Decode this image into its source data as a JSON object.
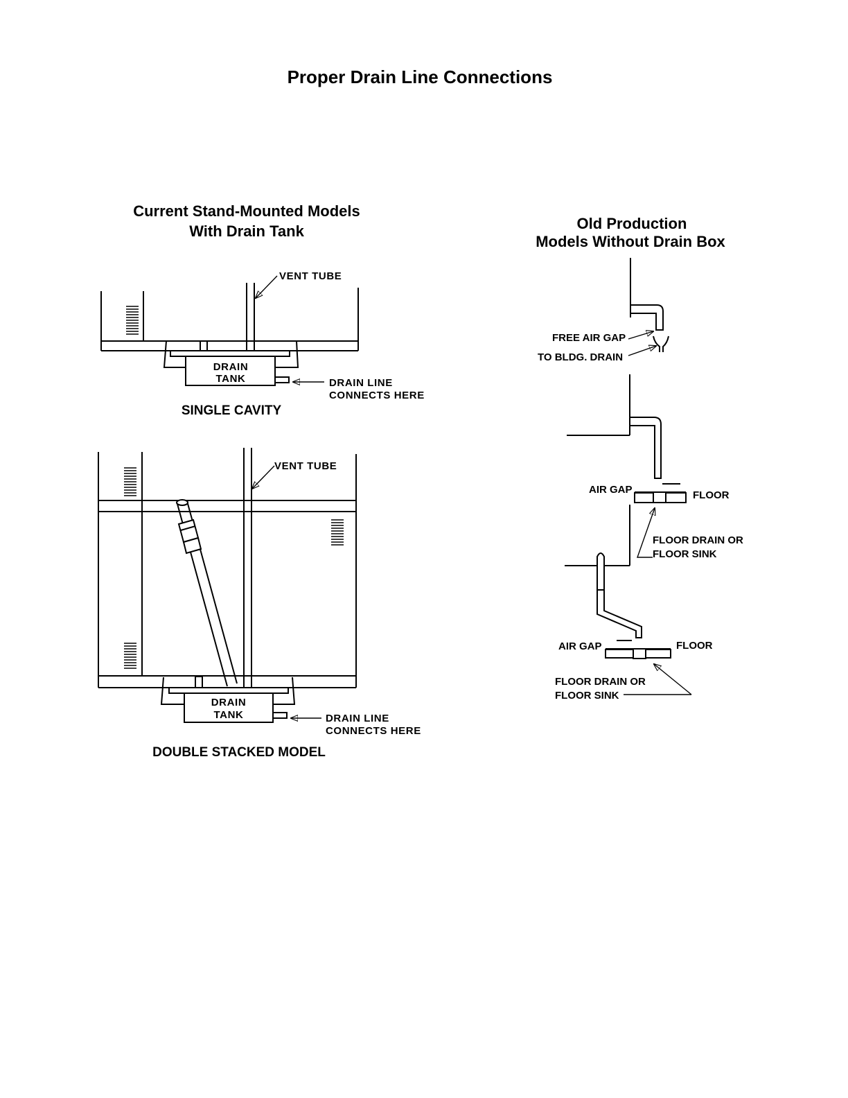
{
  "page_title": "Proper Drain Line Connections",
  "left_heading": {
    "line1": "Current Stand-Mounted Models",
    "line2": "With Drain Tank"
  },
  "single_cavity": {
    "caption": "SINGLE CAVITY",
    "vent_tube": "VENT TUBE",
    "drain_tank_line1": "DRAIN",
    "drain_tank_line2": "TANK",
    "drain_line_line1": "DRAIN LINE",
    "drain_line_line2": "CONNECTS HERE"
  },
  "double_stacked": {
    "caption": "DOUBLE STACKED MODEL",
    "vent_tube": "VENT TUBE",
    "drain_tank_line1": "DRAIN",
    "drain_tank_line2": "TANK",
    "drain_line_line1": "DRAIN LINE",
    "drain_line_line2": "CONNECTS HERE"
  },
  "right_heading": {
    "line1": "Old Production",
    "line2": "Models Without Drain Box"
  },
  "old_a": {
    "free_air_gap": "FREE AIR GAP",
    "to_bldg_drain": "TO BLDG. DRAIN"
  },
  "old_b": {
    "air_gap": "AIR GAP",
    "floor": "FLOOR",
    "floor_drain_line1": "FLOOR DRAIN OR",
    "floor_drain_line2": "FLOOR SINK"
  },
  "old_c": {
    "air_gap": "AIR GAP",
    "floor": "FLOOR",
    "floor_drain_line1": "FLOOR DRAIN OR",
    "floor_drain_line2": "FLOOR SINK"
  }
}
